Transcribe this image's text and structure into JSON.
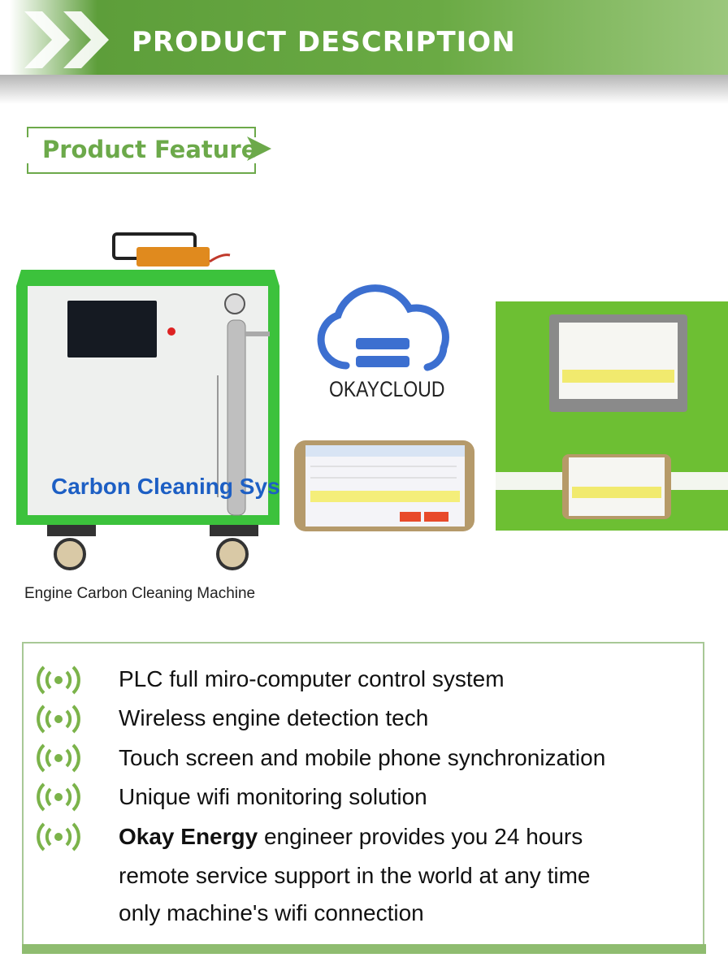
{
  "banner": {
    "title": "PRODUCT DESCRIPTION"
  },
  "section": {
    "title": "Product Feature"
  },
  "machine": {
    "body_text": "Carbon Cleaning Sys",
    "caption": "Engine Carbon Cleaning Machine"
  },
  "cloud": {
    "label": "OKAYCLOUD"
  },
  "colors": {
    "brand_green": "#6aaa44",
    "text_green": "#6ca94a",
    "machine_green": "#3cc23c",
    "cloud_blue": "#3c6fd0"
  },
  "features": [
    {
      "icon": "wifi-icon",
      "text": "PLC full miro-computer control system"
    },
    {
      "icon": "wifi-icon",
      "text": "Wireless engine detection tech"
    },
    {
      "icon": "wifi-icon",
      "text": "Touch screen and mobile phone synchronization"
    },
    {
      "icon": "wifi-icon",
      "text": "Unique wifi monitoring solution"
    },
    {
      "icon": "wifi-icon",
      "brand": "Okay Energy",
      "text": " engineer provides you 24 hours",
      "line2": "remote service support in the world at any time",
      "line3": "only machine's wifi connection"
    }
  ]
}
